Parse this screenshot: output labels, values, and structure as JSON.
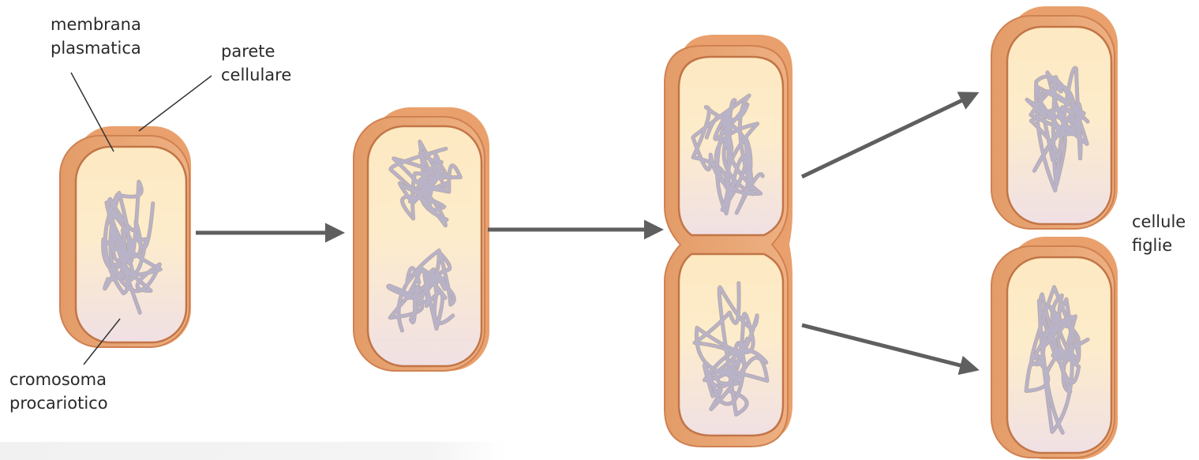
{
  "labels": {
    "membrane_line1": "membrana",
    "membrane_line2": "plasmatica",
    "wall_line1": "parete",
    "wall_line2": "cellulare",
    "chromosome_line1": "cromosoma",
    "chromosome_line2": "procariotico",
    "daughters_line1": "cellule",
    "daughters_line2": "figlie"
  },
  "colors": {
    "cell_wall": "#e9a571",
    "cell_wall_dark": "#d7895a",
    "membrane_line": "#c27547",
    "cytoplasm_top": "#fdecc6",
    "cytoplasm_bottom": "#f1e1e4",
    "chromosome": "#b8b3c8",
    "arrow": "#5f5f5f",
    "leader_line": "#333333"
  },
  "stages": [
    "single-cell",
    "elongated-cell",
    "dividing-cell",
    "daughter-cells"
  ]
}
